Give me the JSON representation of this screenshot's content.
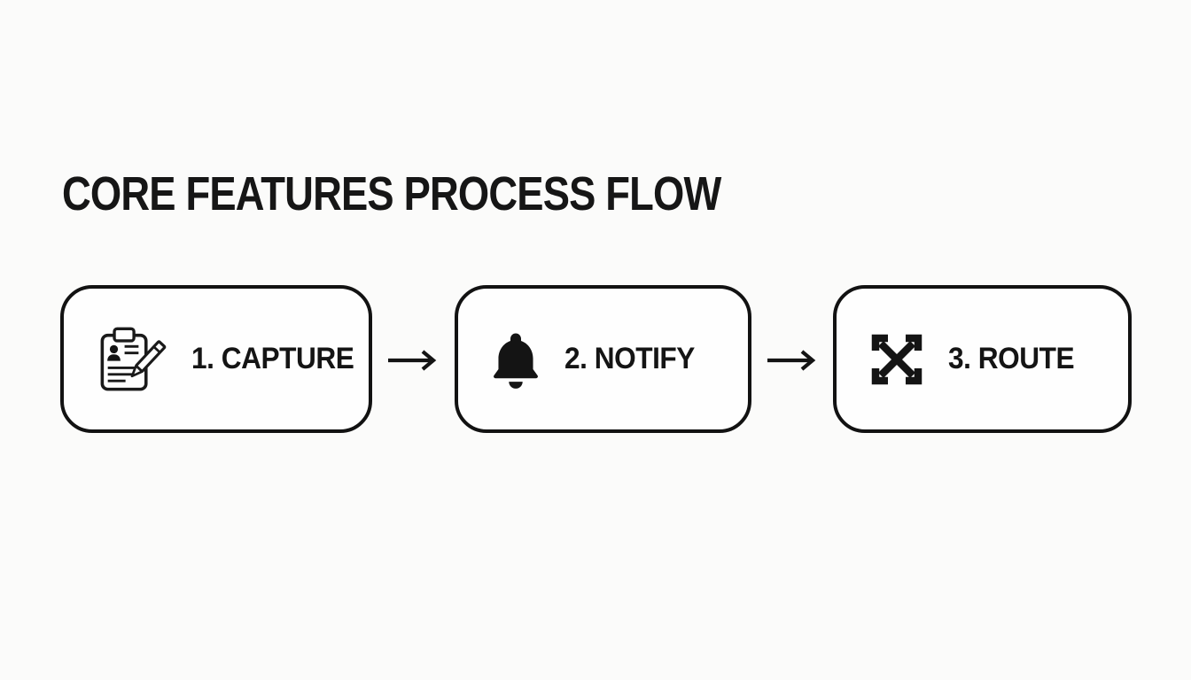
{
  "title": "CORE FEATURES PROCESS FLOW",
  "flow": {
    "steps": [
      {
        "label": "1. CAPTURE",
        "icon": "clipboard-user-pencil-icon"
      },
      {
        "label": "2. NOTIFY",
        "icon": "bell-icon"
      },
      {
        "label": "3. ROUTE",
        "icon": "crossed-arrows-icon"
      }
    ],
    "connector_icon": "arrow-right-icon"
  },
  "colors": {
    "background": "#fbfbfa",
    "box_background": "#fefefe",
    "stroke": "#121212",
    "text": "#141414"
  }
}
